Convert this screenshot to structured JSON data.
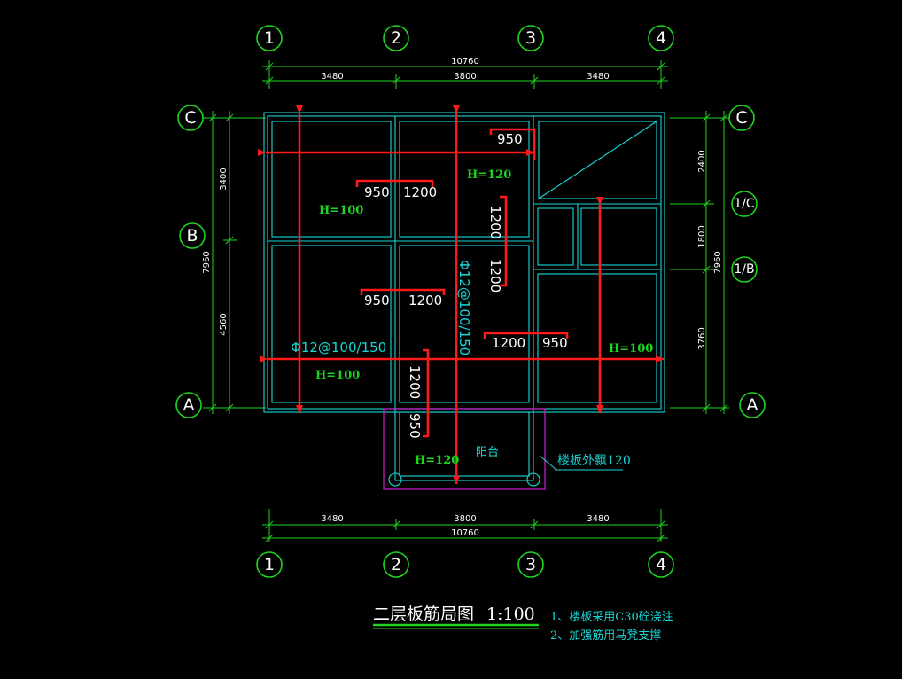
{
  "axes": {
    "columns": [
      "1",
      "2",
      "3",
      "4"
    ],
    "rows_left": [
      "C",
      "B",
      "A"
    ],
    "rows_right": [
      "C",
      "1/C",
      "1/B",
      "A"
    ]
  },
  "dimensions": {
    "top_total": "10760",
    "top_spans": [
      "3480",
      "3800",
      "3480"
    ],
    "bottom_total": "10760",
    "bottom_spans": [
      "3480",
      "3800",
      "3480"
    ],
    "left_total": "7960",
    "left_spans": [
      "3400",
      "4560"
    ],
    "right_total": "7960",
    "right_spans": [
      "2400",
      "1800",
      "3760"
    ]
  },
  "rebar_labels": {
    "r1": "950",
    "r2": "950",
    "r3": "1200",
    "r4": "1200",
    "r5": "1200",
    "r6": "950",
    "r7": "1200",
    "r8": "1200",
    "r9": "950",
    "r10": "1200",
    "r11": "950"
  },
  "rebar_spec": {
    "horizontal": "Φ12@100/150",
    "vertical": "Φ12@100/150"
  },
  "slab_thickness": {
    "h1": "H=100",
    "h2": "H=120",
    "h3": "H=100",
    "h4": "H=100",
    "h5": "H=120"
  },
  "labels": {
    "balcony": "阳台",
    "overhang": "楼板外飘120"
  },
  "title": {
    "text": "二层板筋局图",
    "scale": "1:100"
  },
  "notes": [
    "1、楼板采用C30砼浇注",
    "2、加强筋用马凳支撑"
  ],
  "colors": {
    "background": "#000000",
    "dimension_green": "#1fd41f",
    "wall_cyan": "#18d6d6",
    "rebar_red": "#ff1a1a",
    "balcony_magenta": "#d21ed2"
  }
}
